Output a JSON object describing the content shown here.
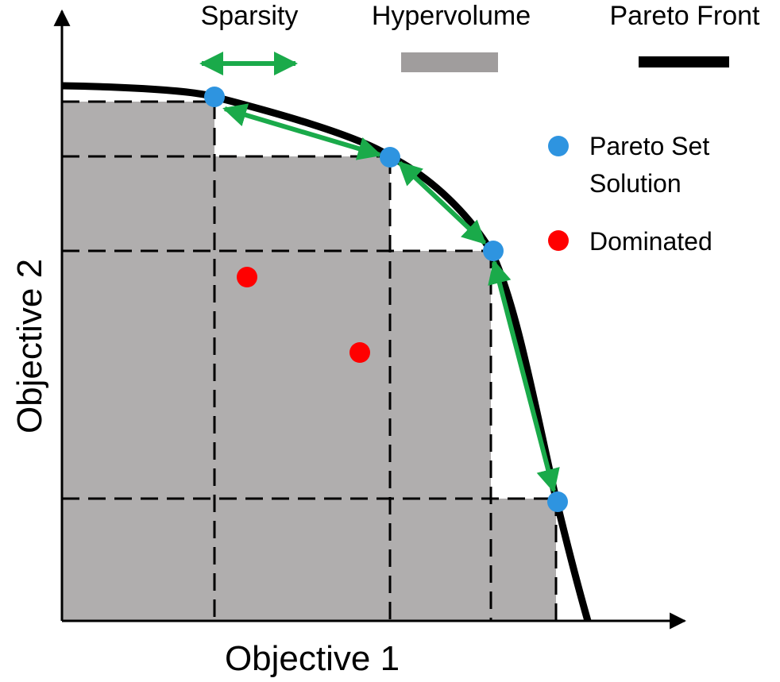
{
  "legend": {
    "sparsity_label": "Sparsity",
    "hypervolume_label": "Hypervolume",
    "pareto_front_label": "Pareto Front",
    "pareto_set_label_line1": "Pareto Set",
    "pareto_set_label_line2": "Solution",
    "dominated_label": "Dominated"
  },
  "axes": {
    "x_label": "Objective 1",
    "y_label": "Objective 2"
  },
  "colors": {
    "hypervolume_fill": "#b0aeae",
    "legend_hypervolume_swatch": "#a09d9d",
    "pareto_front": "#000000",
    "sparsity_arrow": "#1aaa4a",
    "pareto_point": "#2e94e0",
    "dominated_point": "#ff0000",
    "dashed_lines": "#000000"
  },
  "icons": {
    "sparsity": "double-headed-arrow",
    "hypervolume": "gray-rectangle",
    "pareto_front": "thick-black-line",
    "pareto_point": "blue-circle",
    "dominated_point": "red-circle"
  }
}
